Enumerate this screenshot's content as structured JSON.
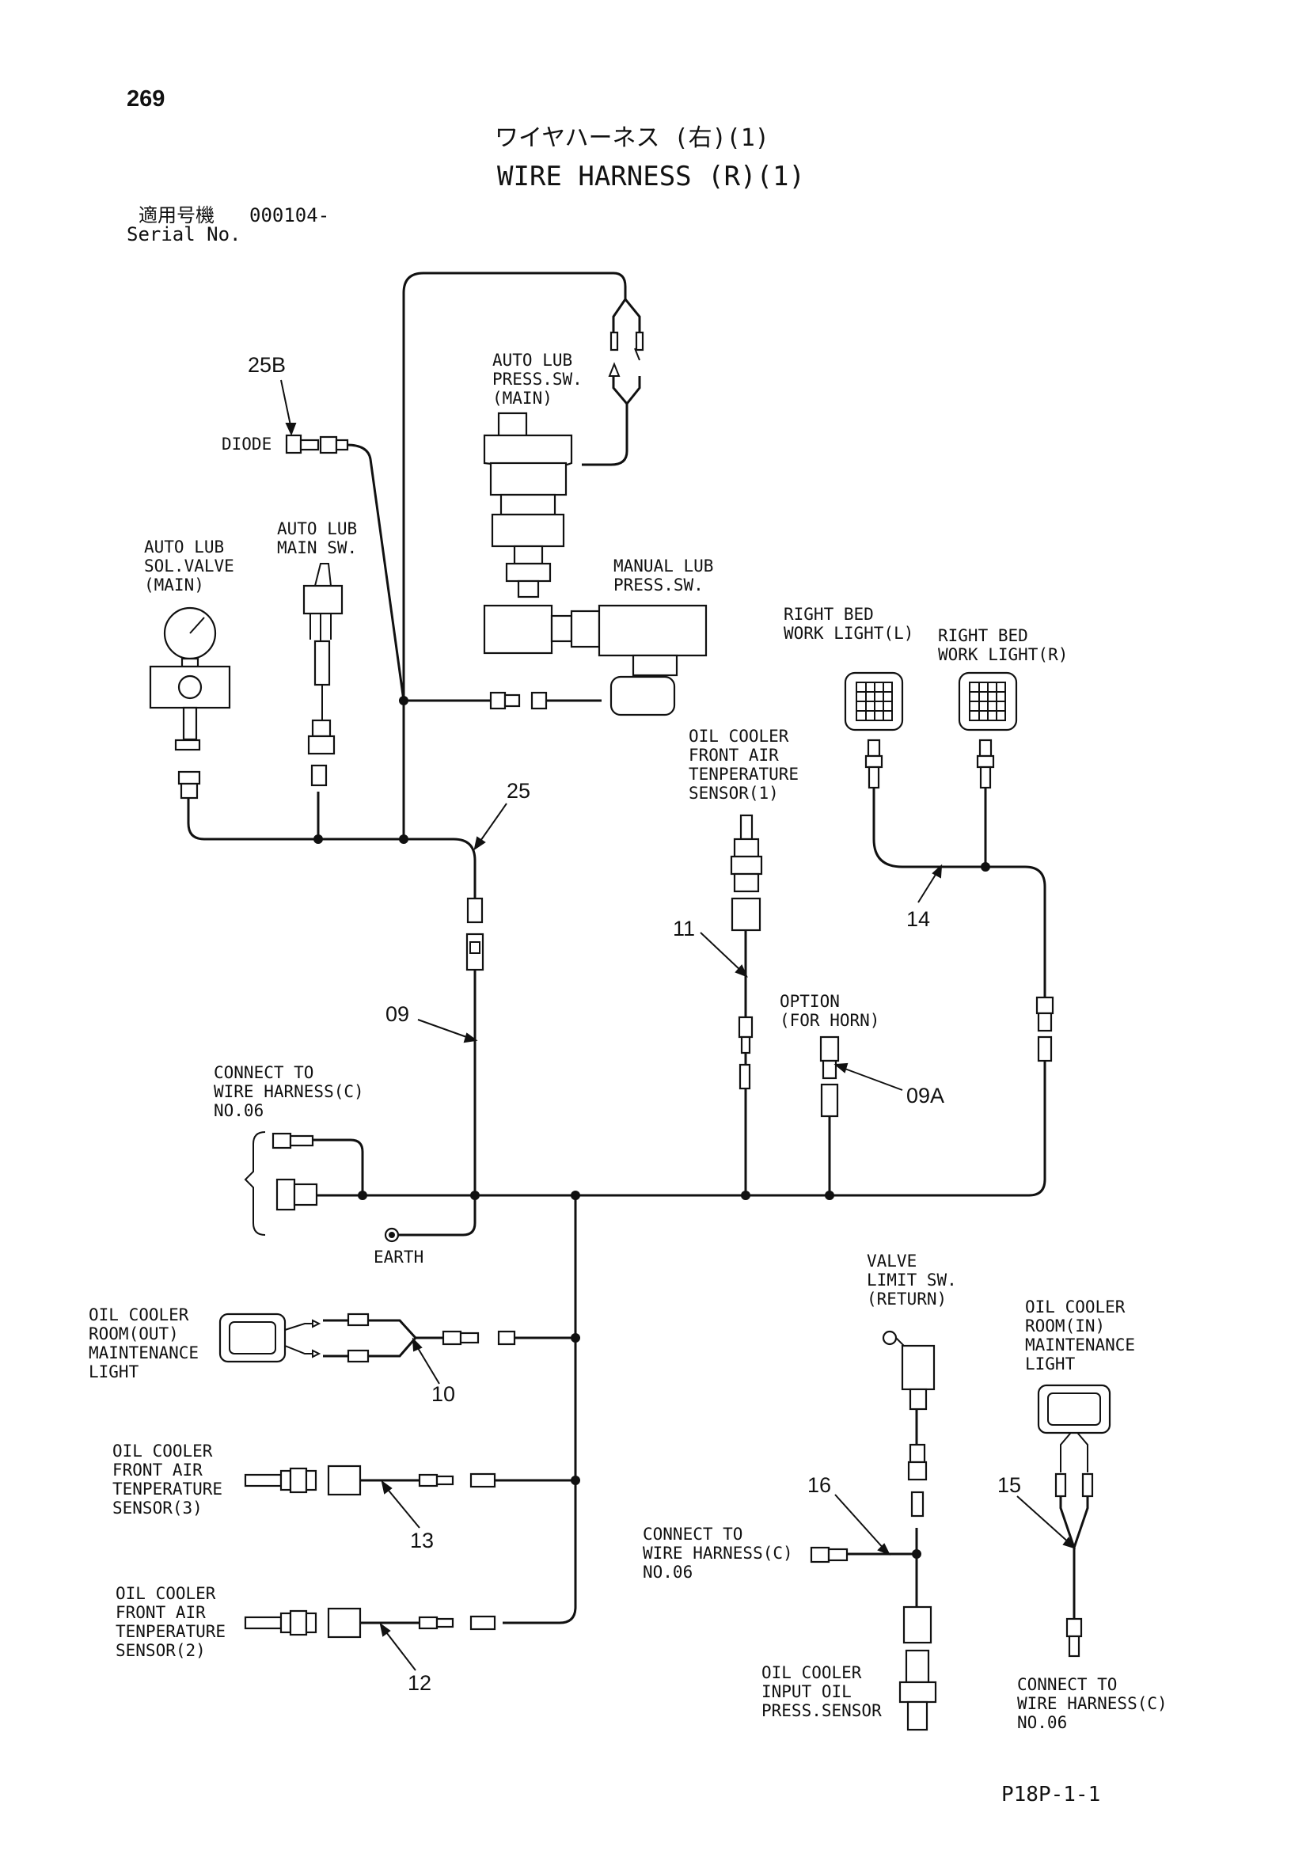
{
  "page": {
    "number": "269",
    "title_jp": "ワイヤハーネス (右)(1)",
    "title_en": "WIRE HARNESS (R)(1)",
    "serial_label_jp": "適用号機",
    "serial_value": "000104-",
    "serial_label_en": "Serial No.",
    "footer_code": "P18P-1-1"
  },
  "labels": {
    "diode": "DIODE",
    "auto_lub_press_sw": [
      "AUTO LUB",
      "PRESS.SW.",
      "(MAIN)"
    ],
    "auto_lub_main_sw": [
      "AUTO LUB",
      "MAIN SW."
    ],
    "auto_lub_sol_valve": [
      "AUTO LUB",
      "SOL.VALVE",
      "(MAIN)"
    ],
    "manual_lub_press_sw": [
      "MANUAL LUB",
      "PRESS.SW."
    ],
    "right_bed_work_light_l": [
      "RIGHT BED",
      "WORK LIGHT(L)"
    ],
    "right_bed_work_light_r": [
      "RIGHT BED",
      "WORK LIGHT(R)"
    ],
    "oil_cooler_sensor_1": [
      "OIL COOLER",
      "FRONT AIR",
      "TENPERATURE",
      "SENSOR(1)"
    ],
    "option_horn": [
      "OPTION",
      "(FOR HORN)"
    ],
    "connect_c_left": [
      "CONNECT TO",
      "WIRE HARNESS(C)",
      "NO.06"
    ],
    "earth": "EARTH",
    "oil_cooler_room_out": [
      "OIL COOLER",
      "ROOM(OUT)",
      "MAINTENANCE",
      "LIGHT"
    ],
    "valve_limit_sw": [
      "VALVE",
      "LIMIT SW.",
      "(RETURN)"
    ],
    "oil_cooler_room_in": [
      "OIL COOLER",
      "ROOM(IN)",
      "MAINTENANCE",
      "LIGHT"
    ],
    "oil_cooler_sensor_3": [
      "OIL COOLER",
      "FRONT AIR",
      "TENPERATURE",
      "SENSOR(3)"
    ],
    "oil_cooler_sensor_2": [
      "OIL COOLER",
      "FRONT AIR",
      "TENPERATURE",
      "SENSOR(2)"
    ],
    "connect_c_mid": [
      "CONNECT TO",
      "WIRE HARNESS(C)",
      "NO.06"
    ],
    "connect_c_right": [
      "CONNECT TO",
      "WIRE HARNESS(C)",
      "NO.06"
    ],
    "input_oil_press_sensor": [
      "OIL COOLER",
      "INPUT OIL",
      "PRESS.SENSOR"
    ]
  },
  "callouts": {
    "c25b": "25B",
    "c25": "25",
    "c14": "14",
    "c11": "11",
    "c09": "09",
    "c09a": "09A",
    "c10": "10",
    "c13": "13",
    "c12": "12",
    "c16": "16",
    "c15": "15"
  }
}
